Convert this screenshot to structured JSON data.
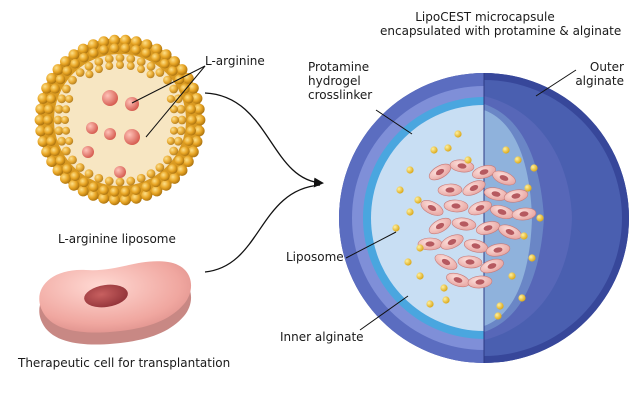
{
  "labels": {
    "l_arginine": "L-arginine",
    "l_arginine_liposome": "L-arginine liposome",
    "therapeutic_cell": "Therapeutic cell for transplantation",
    "capsule_title_line1": "LipoCEST microcapsule",
    "capsule_title_line2": "encapsulated with protamine & alginate",
    "protamine_line1": "Protamine",
    "protamine_line2": "hydrogel",
    "protamine_line3": "crosslinker",
    "outer_line1": "Outer",
    "outer_line2": "alginate",
    "liposome": "Liposome",
    "inner_alginate": "Inner alginate"
  },
  "colors": {
    "liposome_bead": "#e8a524",
    "arginine": "#e87a6e",
    "cell": "#f0a7a0",
    "cell_nucleus": "#b2484c",
    "outer_alginate": "#4a5fb0",
    "protamine_layer": "#4aa6df",
    "inner_alginate": "#c8def3",
    "liposome_dot": "#f2c528"
  }
}
